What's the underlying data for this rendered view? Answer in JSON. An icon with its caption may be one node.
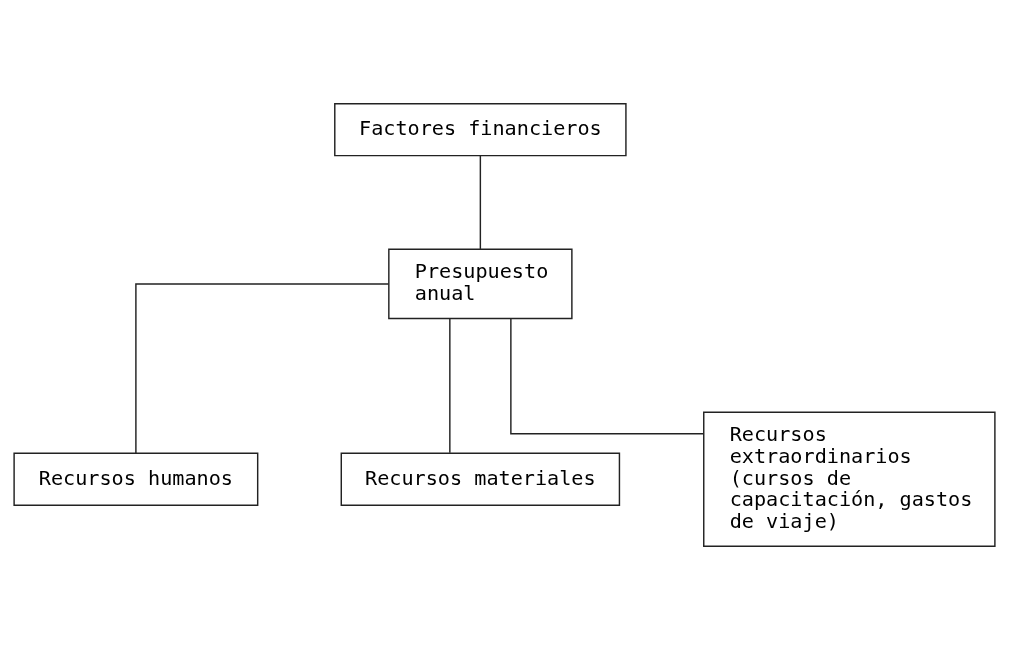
{
  "diagram": {
    "nodes": [
      {
        "text": [
          "Factores financieros"
        ]
      },
      {
        "text": [
          "Presupuesto anual"
        ]
      },
      {
        "text": [
          "Recursos humanos"
        ]
      },
      {
        "text": [
          "Recursos materiales"
        ]
      },
      {
        "text": [
          "Recursos extraordinarios (cursos de capacitación, gastos de viaje)"
        ]
      }
    ],
    "edges": [
      {
        "from": 0,
        "to": 1,
        "arrow": "none"
      },
      {
        "from": 1,
        "to": 2,
        "arrow": "none"
      },
      {
        "from": 1,
        "to": 3,
        "arrow": "none"
      },
      {
        "from": 1,
        "to": 4,
        "arrow": "none"
      }
    ]
  }
}
